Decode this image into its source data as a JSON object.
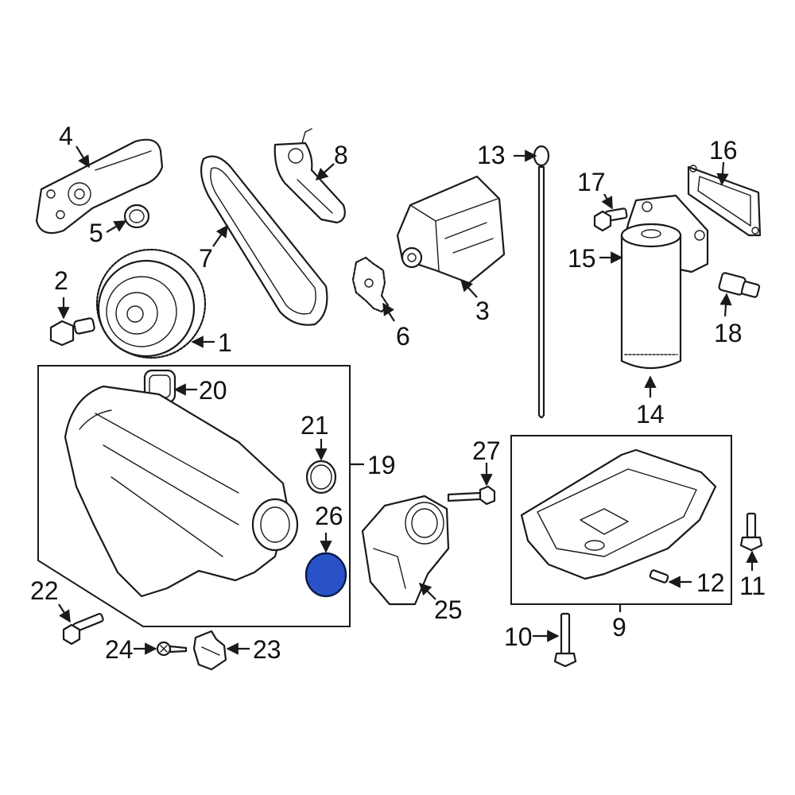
{
  "colors": {
    "line": "#1a1a1a",
    "background": "#ffffff",
    "highlight_fill": "#2952c8",
    "highlight_stroke": "#0b1a4a"
  },
  "callouts": [
    {
      "id": "1",
      "label": "1"
    },
    {
      "id": "2",
      "label": "2"
    },
    {
      "id": "3",
      "label": "3"
    },
    {
      "id": "4",
      "label": "4"
    },
    {
      "id": "5",
      "label": "5"
    },
    {
      "id": "6",
      "label": "6"
    },
    {
      "id": "7",
      "label": "7"
    },
    {
      "id": "8",
      "label": "8"
    },
    {
      "id": "9",
      "label": "9"
    },
    {
      "id": "10",
      "label": "10"
    },
    {
      "id": "11",
      "label": "11"
    },
    {
      "id": "12",
      "label": "12"
    },
    {
      "id": "13",
      "label": "13"
    },
    {
      "id": "14",
      "label": "14"
    },
    {
      "id": "15",
      "label": "15"
    },
    {
      "id": "16",
      "label": "16"
    },
    {
      "id": "17",
      "label": "17"
    },
    {
      "id": "18",
      "label": "18"
    },
    {
      "id": "19",
      "label": "19"
    },
    {
      "id": "20",
      "label": "20"
    },
    {
      "id": "21",
      "label": "21"
    },
    {
      "id": "22",
      "label": "22"
    },
    {
      "id": "23",
      "label": "23"
    },
    {
      "id": "24",
      "label": "24"
    },
    {
      "id": "25",
      "label": "25"
    },
    {
      "id": "26",
      "label": "26"
    },
    {
      "id": "27",
      "label": "27"
    }
  ],
  "highlighted_part": "26"
}
